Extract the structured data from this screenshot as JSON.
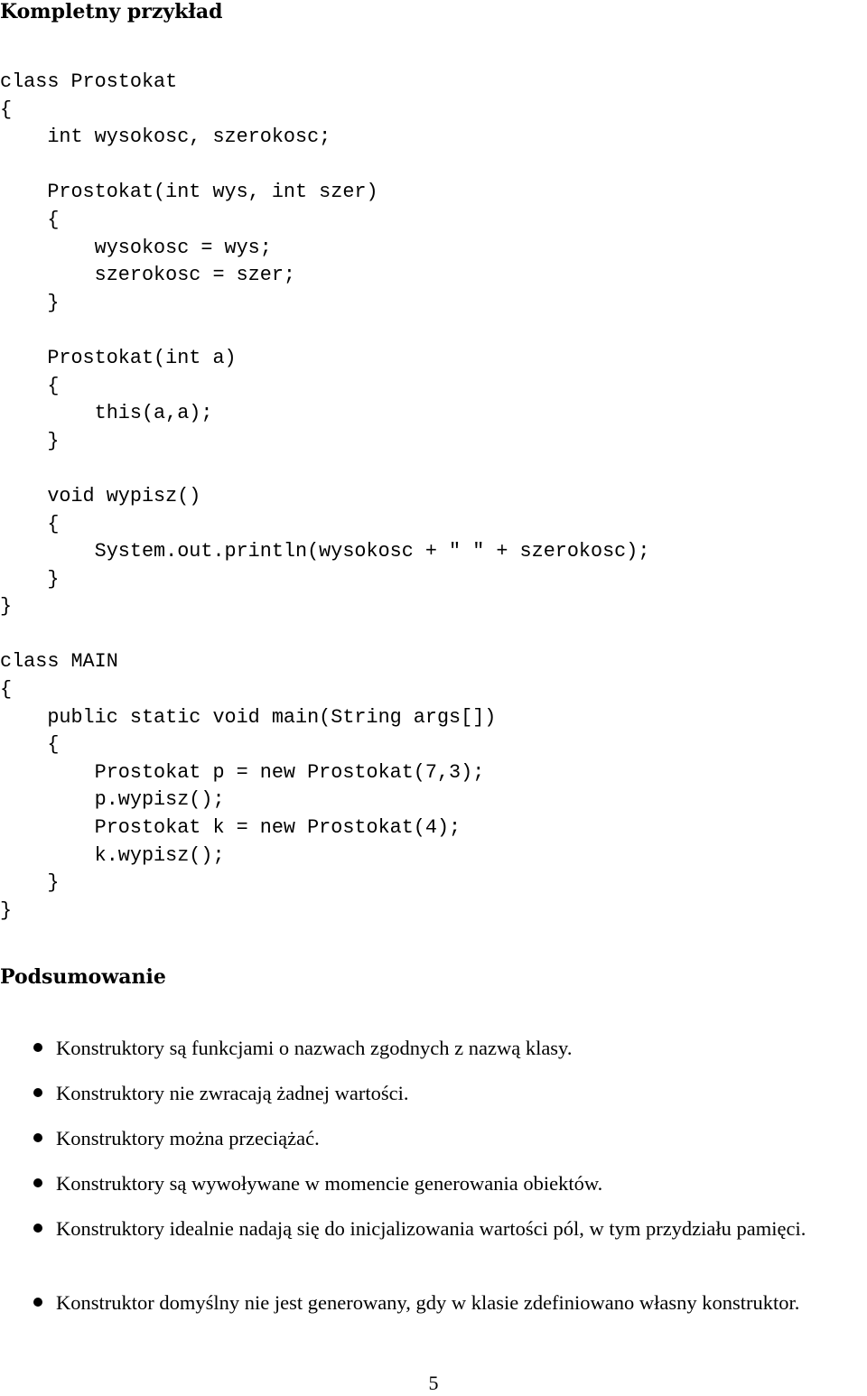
{
  "document": {
    "heading": "Kompletny przykład",
    "code": "class Prostokat\n{\n    int wysokosc, szerokosc;\n\n    Prostokat(int wys, int szer)\n    {\n        wysokosc = wys;\n        szerokosc = szer;\n    }\n\n    Prostokat(int a)\n    {\n        this(a,a);\n    }\n\n    void wypisz()\n    {\n        System.out.println(wysokosc + \" \" + szerokosc);\n    }\n}\n\nclass MAIN\n{\n    public static void main(String args[])\n    {\n        Prostokat p = new Prostokat(7,3);\n        p.wypisz();\n        Prostokat k = new Prostokat(4);\n        k.wypisz();\n    }\n}",
    "summary": {
      "heading": "Podsumowanie",
      "items": [
        "Konstruktory są funkcjami o nazwach zgodnych z nazwą klasy.",
        "Konstruktory nie zwracają żadnej wartości.",
        "Konstruktory można przeciążać.",
        "Konstruktory są wywoływane w momencie generowania obiektów.",
        "Konstruktory idealnie nadają się do inicjalizowania wartości pól, w tym przydziału pamięci.",
        "Konstruktor domyślny nie jest generowany, gdy w klasie zdefiniowano własny konstruktor."
      ]
    },
    "page_number": "5"
  }
}
